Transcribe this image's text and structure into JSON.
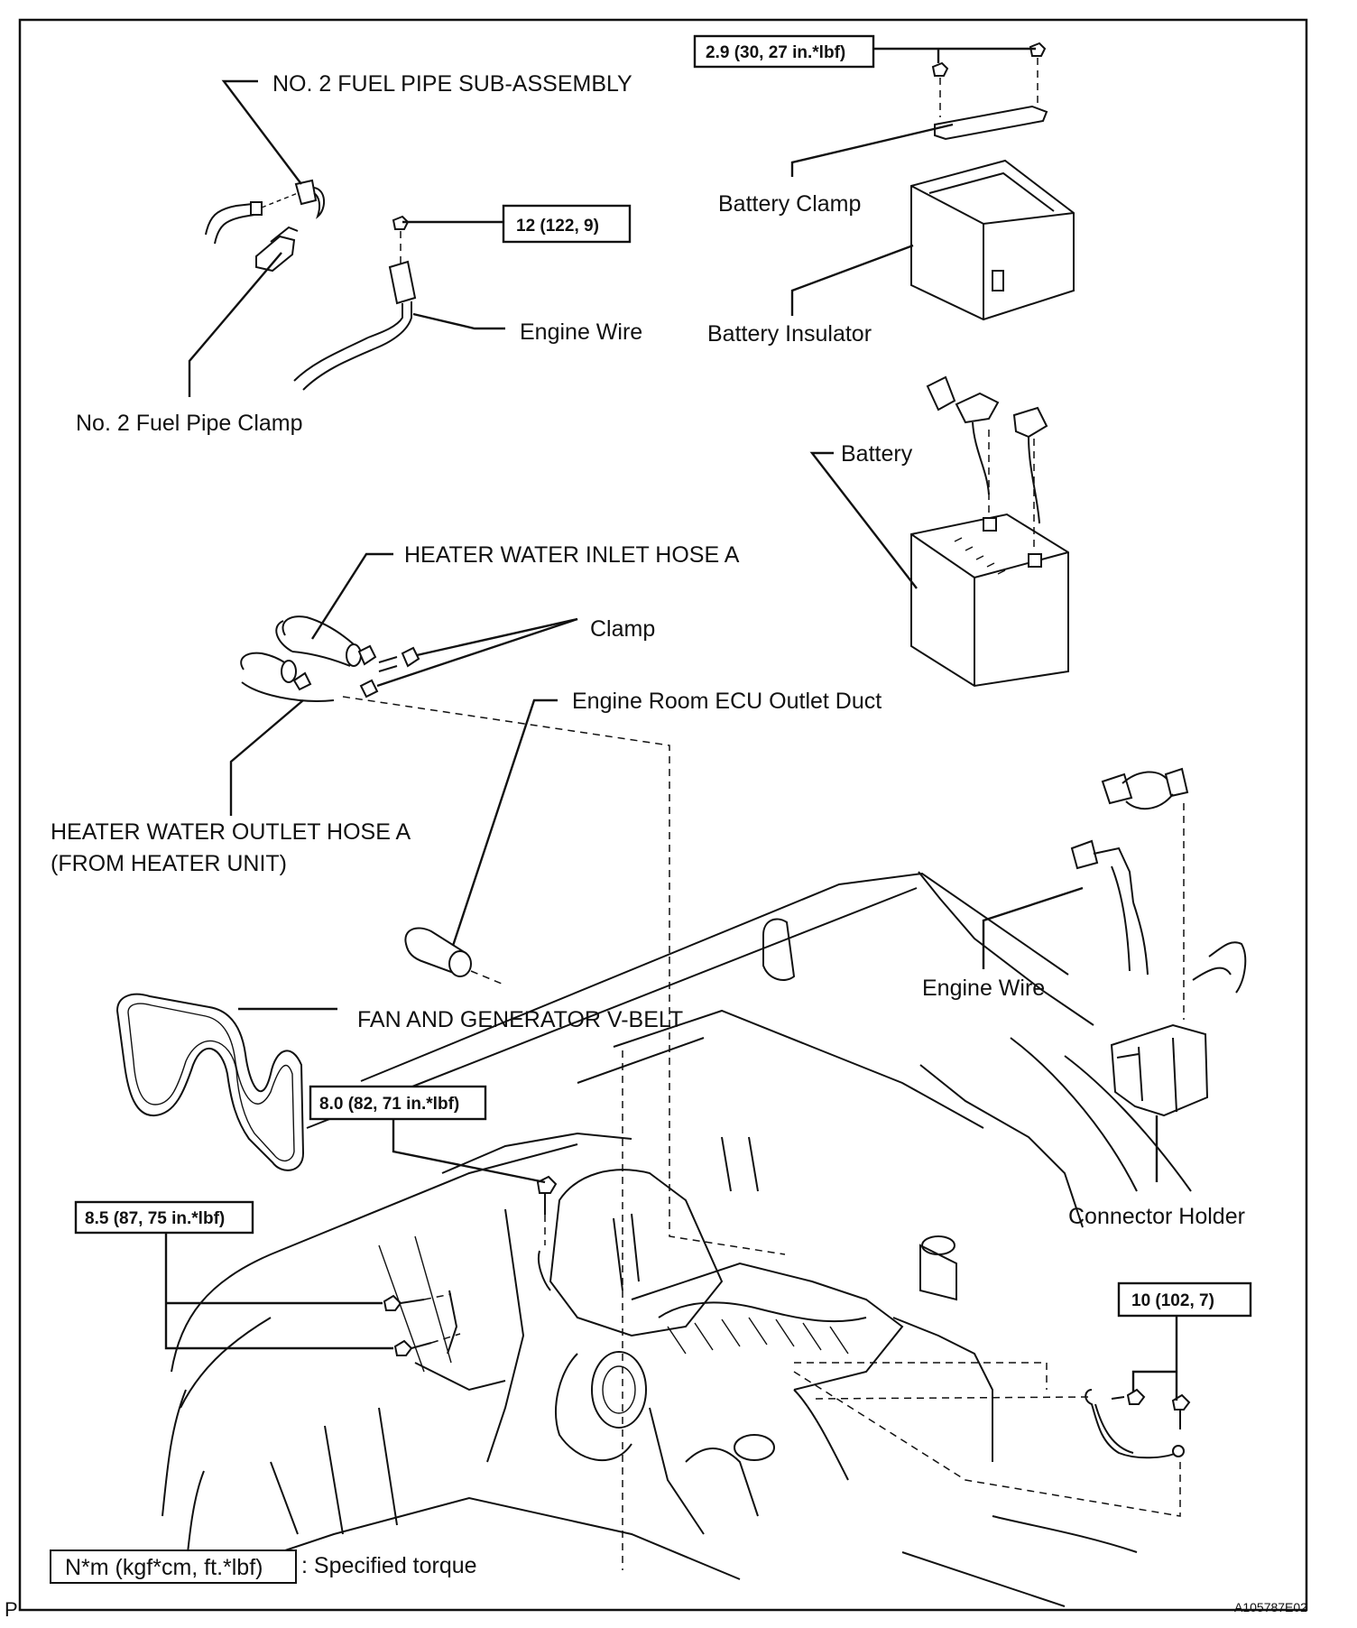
{
  "labels": {
    "fuel_pipe_sub_assembly": "NO. 2 FUEL PIPE SUB-ASSEMBLY",
    "fuel_pipe_clamp": "No. 2 Fuel Pipe Clamp",
    "engine_wire_top": "Engine Wire",
    "battery_clamp": "Battery Clamp",
    "battery_insulator": "Battery Insulator",
    "battery": "Battery",
    "heater_inlet_hose": "HEATER WATER INLET HOSE A",
    "clamp": "Clamp",
    "ecu_outlet_duct": "Engine Room ECU Outlet Duct",
    "heater_outlet_hose_line1": "HEATER WATER OUTLET HOSE A",
    "heater_outlet_hose_line2": "(FROM HEATER UNIT)",
    "engine_wire_right": "Engine Wire",
    "fan_belt": "FAN AND GENERATOR V-BELT",
    "connector_holder": "Connector Holder"
  },
  "torque": {
    "battery_clamp_nut": "2.9 (30, 27 in.*lbf)",
    "engine_wire_nut": "12 (122, 9)",
    "bolt_8_0": "8.0 (82, 71 in.*lbf)",
    "bolt_8_5": "8.5 (87, 75 in.*lbf)",
    "ground_bolt": "10 (102, 7)"
  },
  "legend": {
    "unit_box": "N*m (kgf*cm, ft.*lbf)",
    "text": ": Specified torque"
  },
  "footer": {
    "page_letter": "P",
    "figure_id": "A105787E02"
  }
}
